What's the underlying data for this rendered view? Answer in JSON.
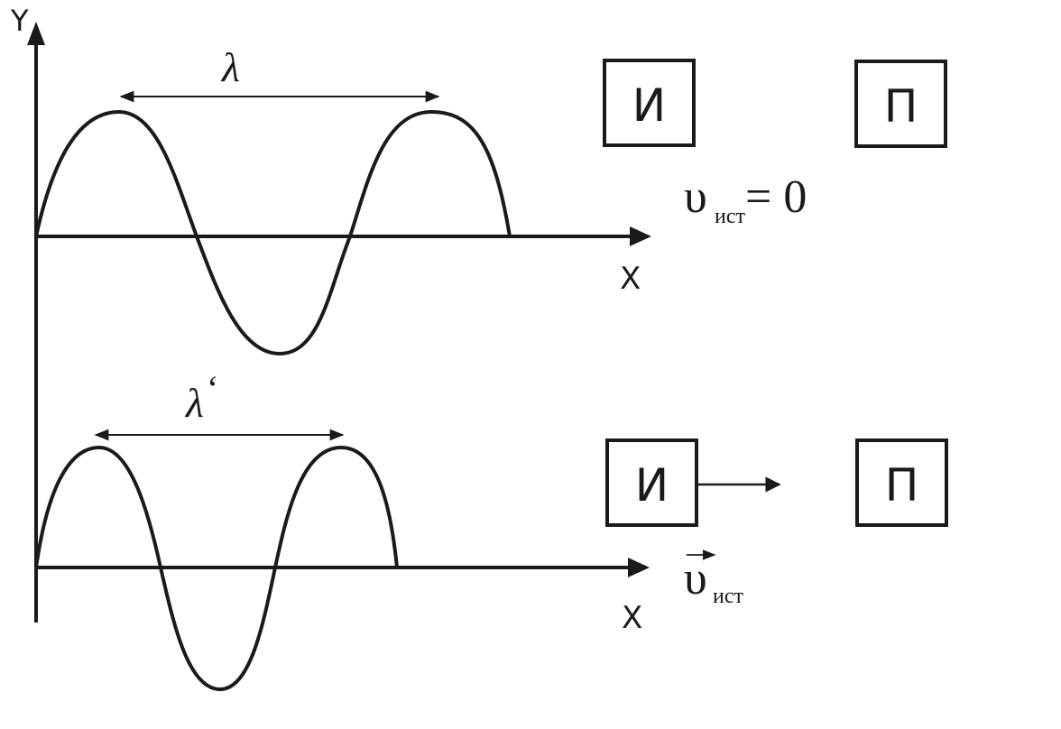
{
  "axes": {
    "y_label": "Y",
    "x_label_top": "X",
    "x_label_bottom": "X"
  },
  "top_panel": {
    "wavelength_label": "λ",
    "source_box": "И",
    "receiver_box": "П",
    "velocity_symbol": "υ",
    "velocity_subscript": "ист",
    "velocity_equation": "= 0"
  },
  "bottom_panel": {
    "wavelength_label": "λ",
    "wavelength_prime": "‘",
    "source_box": "И",
    "receiver_box": "П",
    "velocity_symbol": "υ",
    "velocity_subscript": "ист"
  },
  "colors": {
    "ink": "#1a1a1a",
    "background": "#ffffff"
  }
}
